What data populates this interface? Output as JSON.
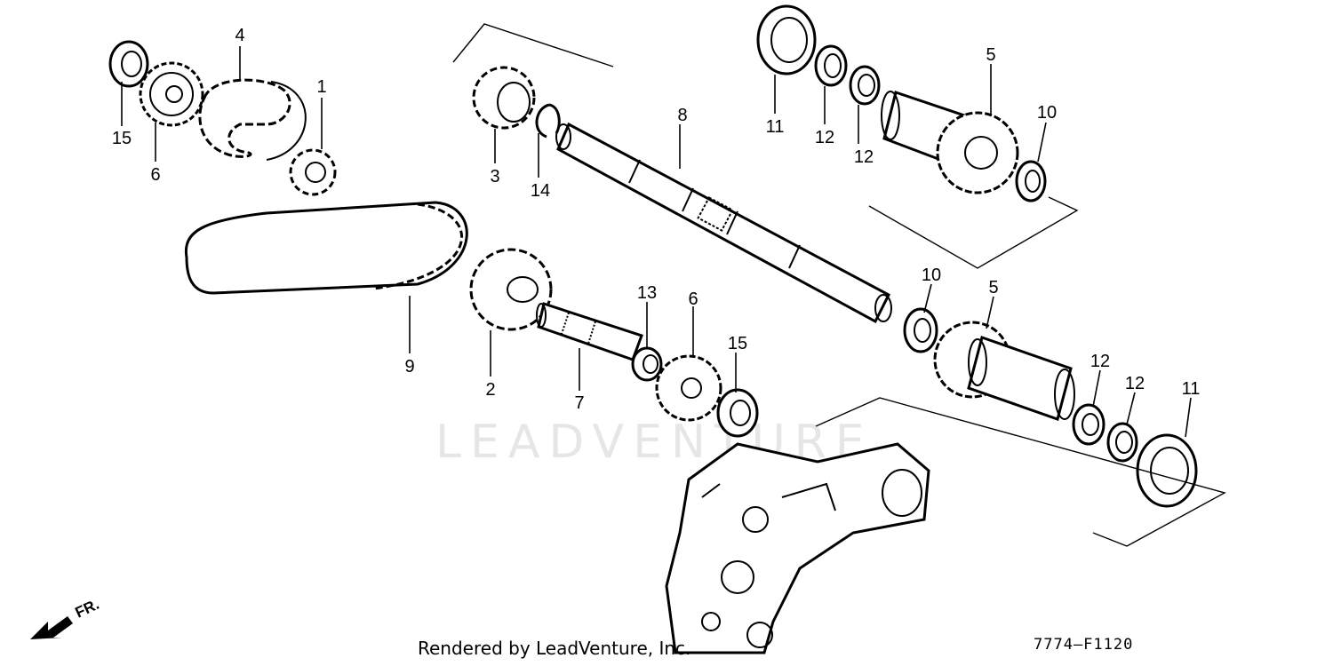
{
  "diagram": {
    "callouts": [
      {
        "label": "1"
      },
      {
        "label": "2"
      },
      {
        "label": "3"
      },
      {
        "label": "4"
      },
      {
        "label": "5"
      },
      {
        "label": "5"
      },
      {
        "label": "6"
      },
      {
        "label": "6"
      },
      {
        "label": "7"
      },
      {
        "label": "8"
      },
      {
        "label": "9"
      },
      {
        "label": "10"
      },
      {
        "label": "10"
      },
      {
        "label": "11"
      },
      {
        "label": "11"
      },
      {
        "label": "12"
      },
      {
        "label": "12"
      },
      {
        "label": "12"
      },
      {
        "label": "12"
      },
      {
        "label": "13"
      },
      {
        "label": "14"
      },
      {
        "label": "15"
      },
      {
        "label": "15"
      }
    ],
    "front_label": "FR.",
    "footer_credit": "Rendered by LeadVenture, Inc.",
    "diagram_code": "7774–F1120",
    "watermark": "LEADVENTURE"
  }
}
